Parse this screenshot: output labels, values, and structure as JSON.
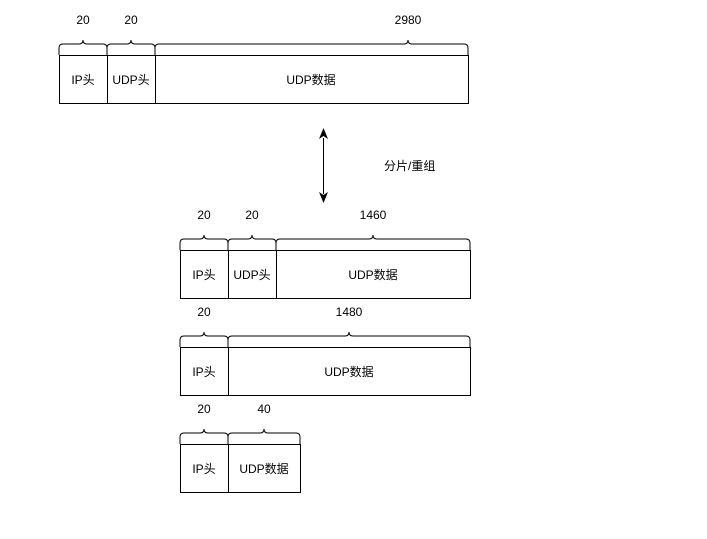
{
  "original": {
    "fields": [
      {
        "label": "IP头",
        "size": "20"
      },
      {
        "label": "UDP头",
        "size": "20"
      },
      {
        "label": "UDP数据",
        "size": "2980"
      }
    ]
  },
  "transition": {
    "label": "分片/重组"
  },
  "fragments": [
    {
      "fields": [
        {
          "label": "IP头",
          "size": "20"
        },
        {
          "label": "UDP头",
          "size": "20"
        },
        {
          "label": "UDP数据",
          "size": "1460"
        }
      ]
    },
    {
      "fields": [
        {
          "label": "IP头",
          "size": "20"
        },
        {
          "label": "UDP数据",
          "size": "1480"
        }
      ]
    },
    {
      "fields": [
        {
          "label": "IP头",
          "size": "20"
        },
        {
          "label": "UDP数据",
          "size": "40"
        }
      ]
    }
  ]
}
